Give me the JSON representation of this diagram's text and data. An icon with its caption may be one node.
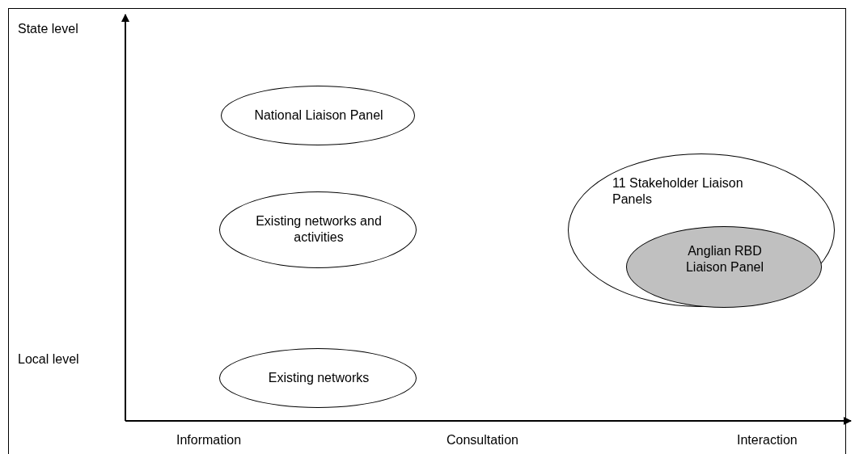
{
  "diagram": {
    "nodes": [
      {
        "text": [
          "National Liaison Panel"
        ]
      },
      {
        "text": [
          "Existing networks and activities"
        ]
      },
      {
        "text": [
          "Existing networks"
        ]
      },
      {
        "text": [
          "11 Stakeholder Liaison Panels"
        ]
      },
      {
        "text": [
          "Anglian RBD Liaison Panel"
        ],
        "in": 3
      }
    ],
    "edges": [],
    "labels": [
      "State level",
      "Local level",
      "Information",
      "Consultation",
      "Interaction"
    ]
  }
}
